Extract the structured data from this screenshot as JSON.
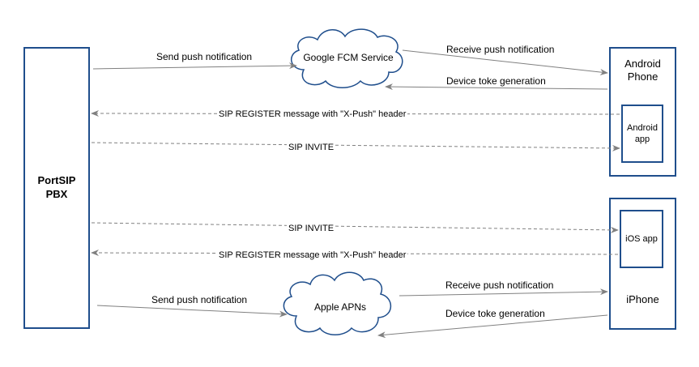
{
  "colors": {
    "box_stroke": "#1f4e8c",
    "cloud_stroke": "#1f4e8c",
    "arrow": "#808080",
    "text": "#000000"
  },
  "nodes": {
    "pbx": {
      "line1": "PortSIP",
      "line2": "PBX"
    },
    "fcm": "Google FCM Service",
    "apns": "Apple APNs",
    "android_phone": {
      "line1": "Android",
      "line2": "Phone"
    },
    "android_app": {
      "line1": "Android",
      "line2": "app"
    },
    "iphone": "iPhone",
    "ios_app": "iOS app"
  },
  "edges": {
    "pbx_to_fcm": "Send push notification",
    "fcm_to_android": "Receive push notification",
    "android_to_fcm": "Device toke generation",
    "android_register": "SIP REGISTER message with \"X-Push\" header",
    "android_invite": "SIP INVITE",
    "ios_invite": "SIP INVITE",
    "ios_register": "SIP REGISTER message with \"X-Push\" header",
    "pbx_to_apns": "Send push notification",
    "apns_to_iphone": "Receive push notification",
    "iphone_to_apns": "Device toke generation"
  }
}
